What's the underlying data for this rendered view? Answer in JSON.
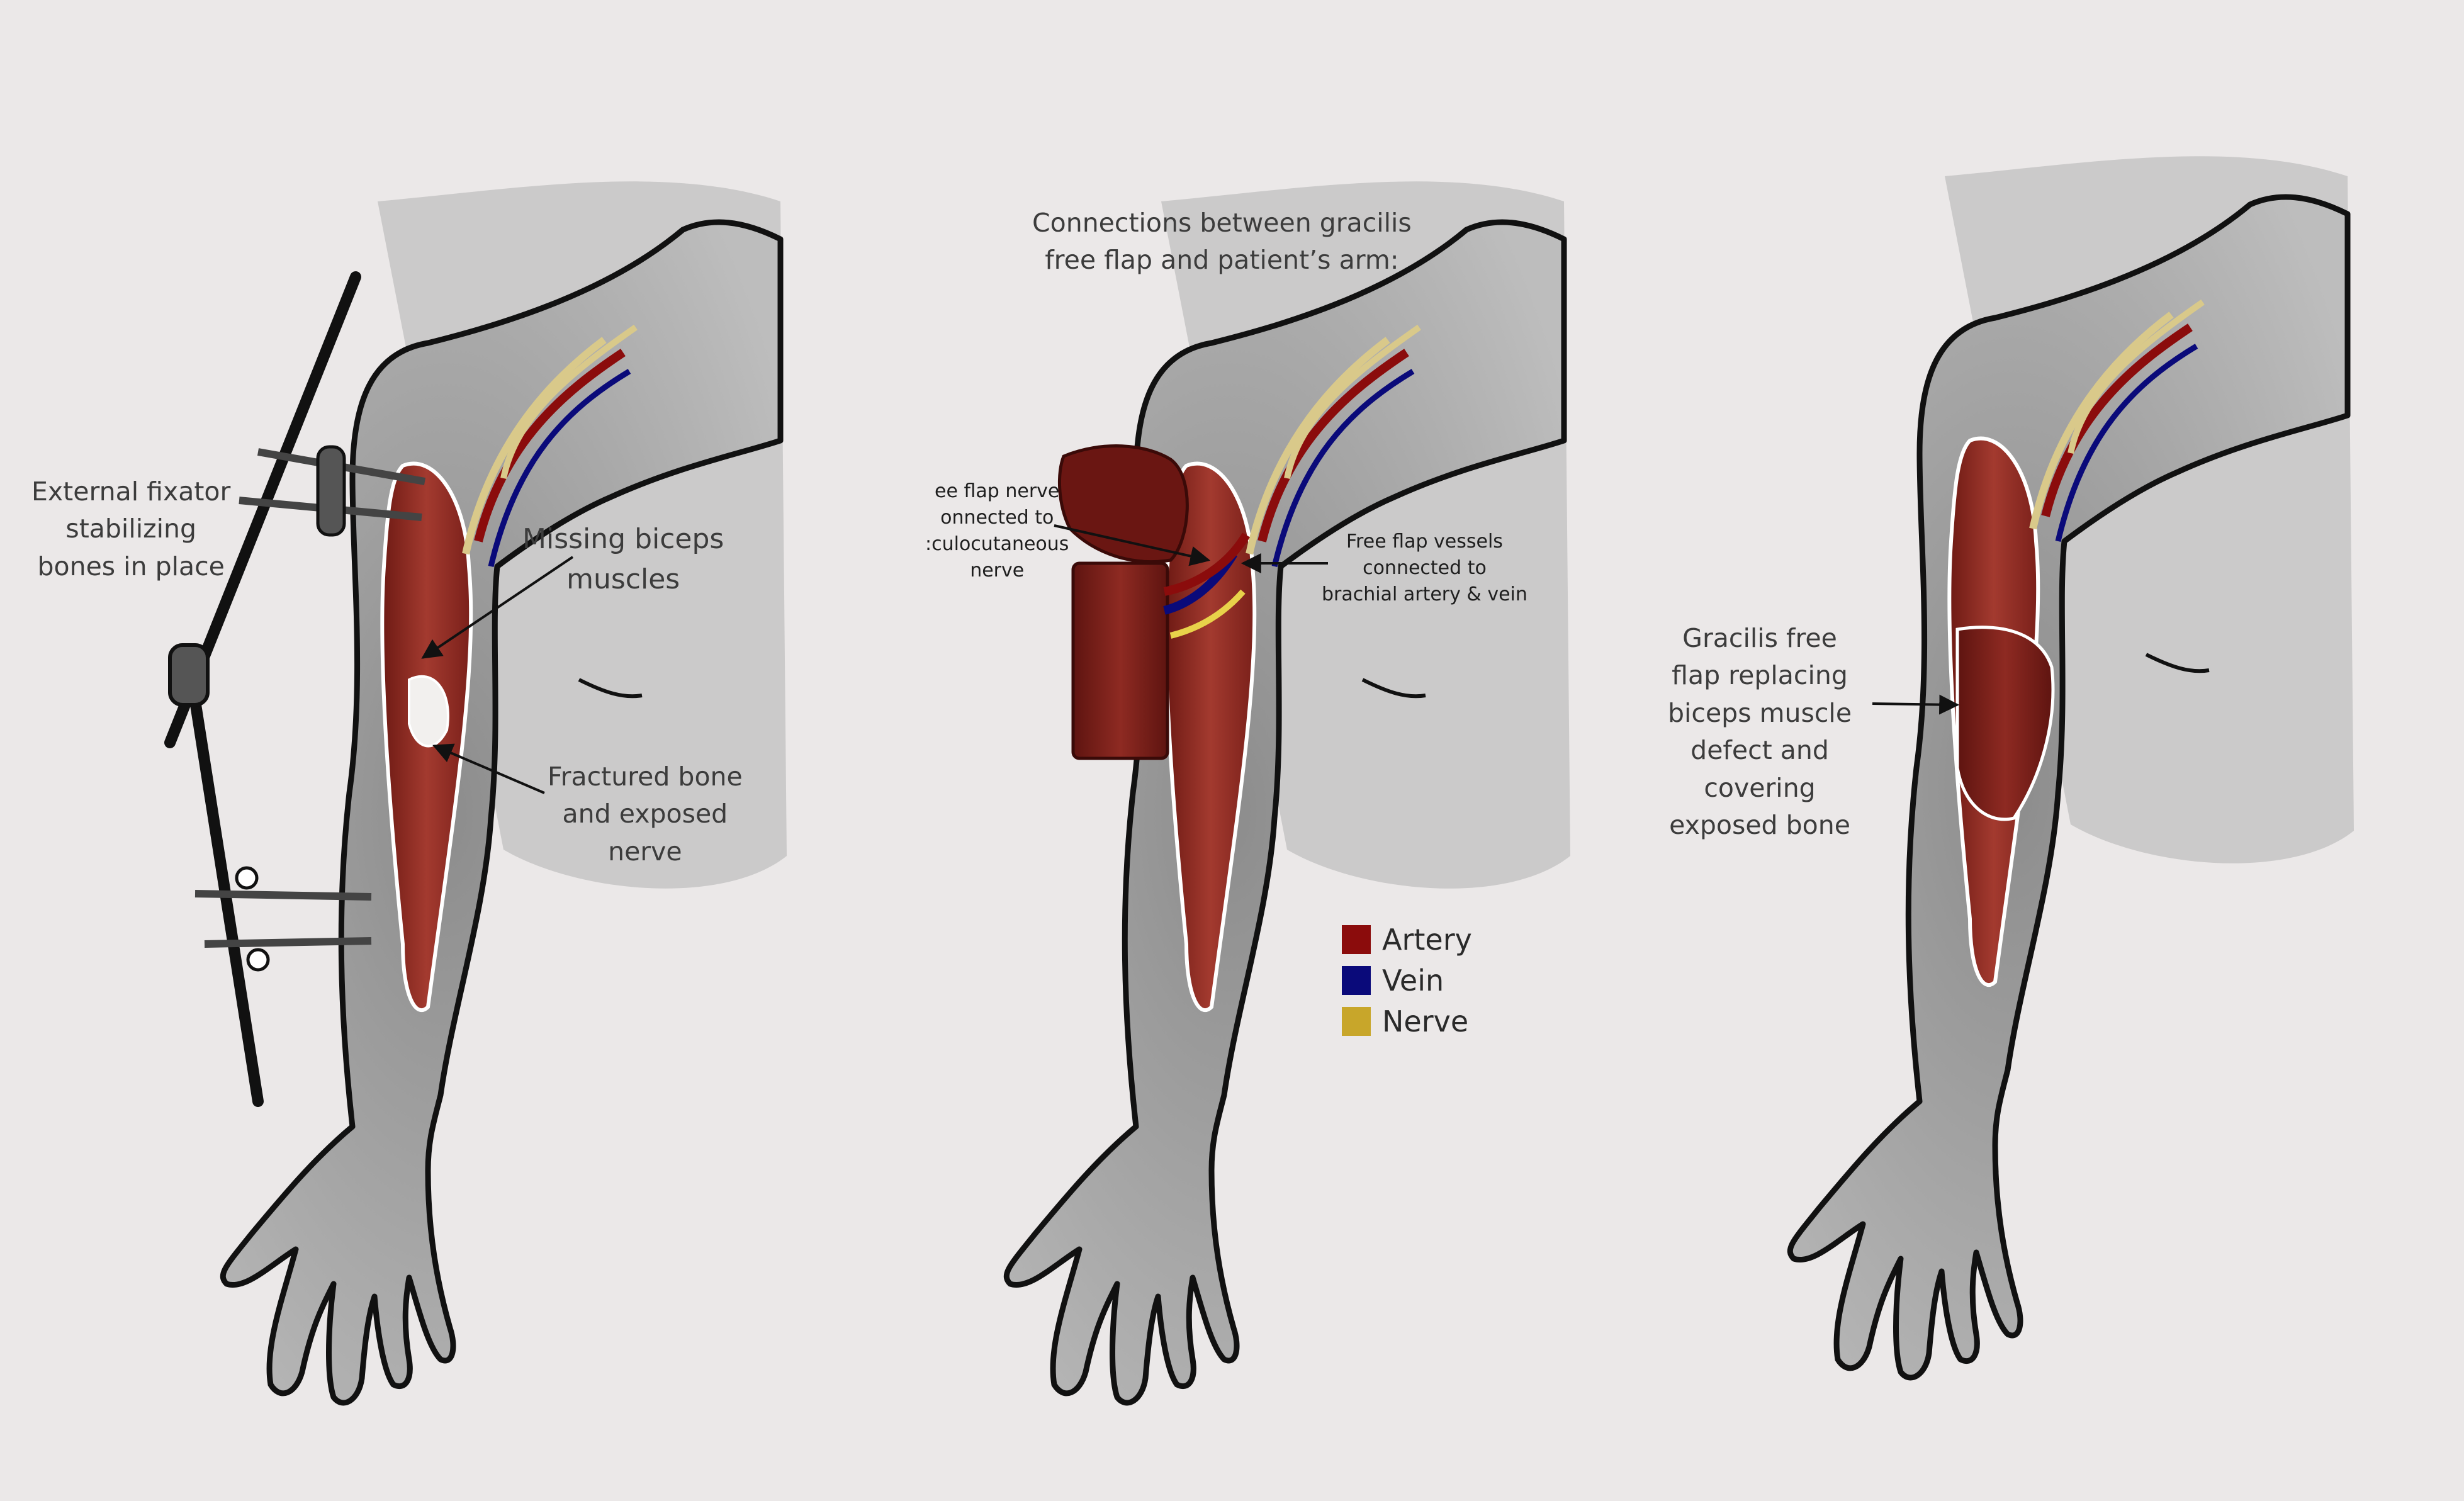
{
  "panel_left": {
    "label_fixator": "External fixator\nstabilizing\nbones in place",
    "label_missing": "Missing biceps\nmuscles",
    "label_fractured": "Fractured bone\nand exposed\nnerve"
  },
  "panel_middle": {
    "title": "Connections between gracilis\nfree flap and patient’s arm:",
    "label_nerve": "ee flap nerve\nonnected to\n:culocutaneous\nnerve",
    "label_vessels": "Free flap vessels\nconnected to\nbrachial artery & vein"
  },
  "panel_right": {
    "label_gracilis": "Gracilis free\nflap replacing\nbiceps muscle\ndefect and\ncovering\nexposed bone"
  },
  "legend": [
    {
      "label": "Artery",
      "color": "#8b0c0c"
    },
    {
      "label": "Vein",
      "color": "#0a0a7a"
    },
    {
      "label": "Nerve",
      "color": "#c8a62a"
    }
  ],
  "colors": {
    "background": "#ebe8e8",
    "skin": "#a2a2a2",
    "outline": "#111111",
    "muscle": "#8e2a22"
  }
}
